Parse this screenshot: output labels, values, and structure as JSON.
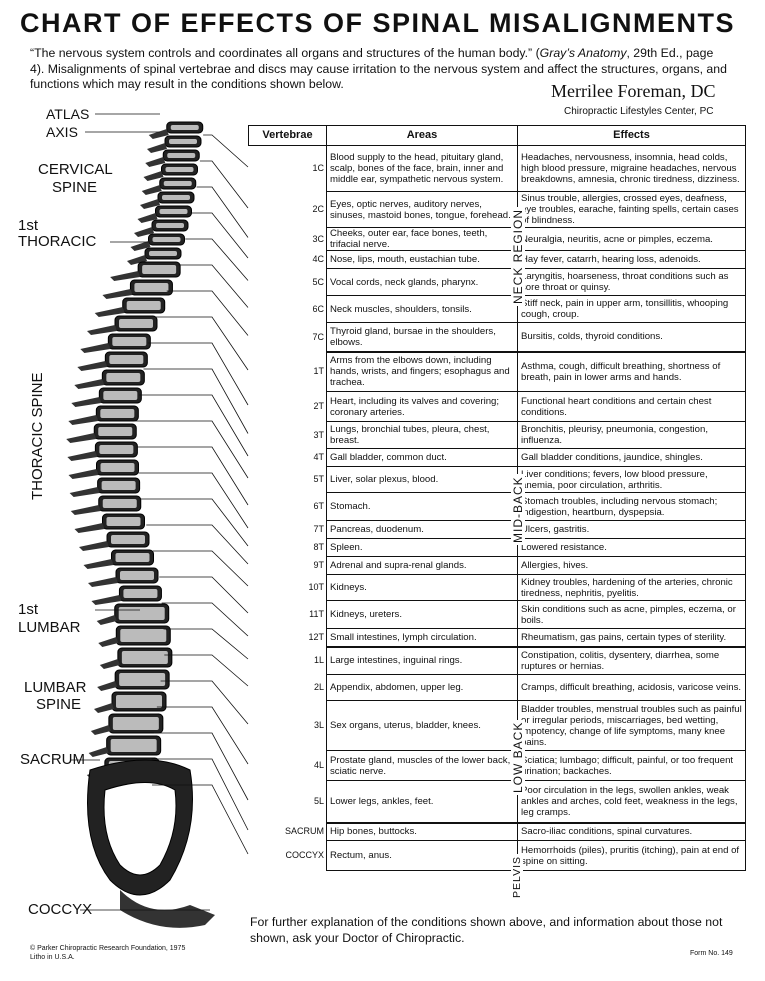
{
  "title": "CHART OF EFFECTS OF SPINAL MISALIGNMENTS",
  "intro_part1": "“The nervous system controls and coordinates all organs and structures of the human body.” (",
  "intro_source": "Gray’s Anatomy",
  "intro_part2": ", 29th Ed., page 4). Misalignments of spinal vertebrae and discs may cause irritation to the nervous system and affect the structures, organs, and functions which may result in the conditions shown below.",
  "author": "Merrilee Foreman, DC",
  "clinic": "Chiropractic Lifestyles Center, PC",
  "spine_labels": {
    "atlas": "ATLAS",
    "axis": "AXIS",
    "cervical": "CERVICAL",
    "cervical2": "SPINE",
    "thoracic1": "1st",
    "thoracic1b": "THORACIC",
    "thoracic_spine": "THORACIC SPINE",
    "lumbar1": "1st",
    "lumbar1b": "LUMBAR",
    "lumbar_spine": "LUMBAR",
    "lumbar_spine2": "SPINE",
    "sacrum": "SACRUM",
    "coccyx": "COCCYX"
  },
  "table_headers": {
    "vertebrae": "Vertebrae",
    "areas": "Areas",
    "effects": "Effects"
  },
  "regions": {
    "neck": "NECK REGION",
    "midback": "MID-BACK",
    "lowback": "LOW BACK",
    "pelvis": "PELVIS"
  },
  "rows": [
    {
      "v": "1C",
      "area": "Blood supply to the head, pituitary gland, scalp, bones of the face, brain, inner and middle ear, sympathetic nervous system.",
      "effect": "Headaches, nervousness, insomnia, head colds, high blood pressure, migraine headaches, nervous breakdowns, amnesia, chronic tiredness, dizziness."
    },
    {
      "v": "2C",
      "area": "Eyes, optic nerves, auditory nerves, sinuses, mastoid bones, tongue, forehead.",
      "effect": "Sinus trouble, allergies, crossed eyes, deafness, eye troubles, earache, fainting spells, certain cases of blindness."
    },
    {
      "v": "3C",
      "area": "Cheeks, outer ear, face bones, teeth, trifacial nerve.",
      "effect": "Neuralgia, neuritis, acne or pimples, eczema."
    },
    {
      "v": "4C",
      "area": "Nose, lips, mouth, eustachian tube.",
      "effect": "Hay fever, catarrh, hearing loss, adenoids."
    },
    {
      "v": "5C",
      "area": "Vocal cords, neck glands, pharynx.",
      "effect": "Laryngitis, hoarseness, throat conditions such as sore throat or quinsy."
    },
    {
      "v": "6C",
      "area": "Neck muscles, shoulders, tonsils.",
      "effect": "Stiff neck, pain in upper arm, tonsillitis, whooping cough, croup."
    },
    {
      "v": "7C",
      "area": "Thyroid gland, bursae in the shoulders, elbows.",
      "effect": "Bursitis, colds, thyroid conditions."
    },
    {
      "v": "1T",
      "area": "Arms from the elbows down, including hands, wrists, and fingers; esophagus and trachea.",
      "effect": "Asthma, cough, difficult breathing, shortness of breath, pain in lower arms and hands."
    },
    {
      "v": "2T",
      "area": "Heart, including its valves and covering; coronary arteries.",
      "effect": "Functional heart conditions and certain chest conditions."
    },
    {
      "v": "3T",
      "area": "Lungs, bronchial tubes, pleura, chest, breast.",
      "effect": "Bronchitis, pleurisy, pneumonia, congestion, influenza."
    },
    {
      "v": "4T",
      "area": "Gall bladder, common duct.",
      "effect": "Gall bladder conditions, jaundice, shingles."
    },
    {
      "v": "5T",
      "area": "Liver, solar plexus, blood.",
      "effect": "Liver conditions; fevers, low blood pressure, anemia, poor circulation, arthritis."
    },
    {
      "v": "6T",
      "area": "Stomach.",
      "effect": "Stomach troubles, including nervous stomach; indigestion, heartburn, dyspepsia."
    },
    {
      "v": "7T",
      "area": "Pancreas, duodenum.",
      "effect": "Ulcers, gastritis."
    },
    {
      "v": "8T",
      "area": "Spleen.",
      "effect": "Lowered resistance."
    },
    {
      "v": "9T",
      "area": "Adrenal and supra-renal glands.",
      "effect": "Allergies, hives."
    },
    {
      "v": "10T",
      "area": "Kidneys.",
      "effect": "Kidney troubles, hardening of the arteries, chronic tiredness, nephritis, pyelitis."
    },
    {
      "v": "11T",
      "area": "Kidneys, ureters.",
      "effect": "Skin conditions such as acne, pimples, eczema, or boils."
    },
    {
      "v": "12T",
      "area": "Small intestines, lymph circulation.",
      "effect": "Rheumatism, gas pains, certain types of sterility."
    },
    {
      "v": "1L",
      "area": "Large intestines, inguinal rings.",
      "effect": "Constipation, colitis, dysentery, diarrhea, some ruptures or hernias."
    },
    {
      "v": "2L",
      "area": "Appendix, abdomen, upper leg.",
      "effect": "Cramps, difficult breathing, acidosis, varicose veins."
    },
    {
      "v": "3L",
      "area": "Sex organs, uterus, bladder, knees.",
      "effect": "Bladder troubles, menstrual troubles such as painful or irregular periods, miscarriages, bed wetting, impotency, change of life symptoms, many knee pains."
    },
    {
      "v": "4L",
      "area": "Prostate gland, muscles of the lower back, sciatic nerve.",
      "effect": "Sciatica; lumbago; difficult, painful, or too frequent urination; backaches."
    },
    {
      "v": "5L",
      "area": "Lower legs, ankles, feet.",
      "effect": "Poor circulation in the legs, swollen ankles, weak ankles and arches, cold feet, weakness in the legs, leg cramps."
    },
    {
      "v": "SACRUM",
      "area": "Hip bones, buttocks.",
      "effect": "Sacro-iliac conditions, spinal curvatures."
    },
    {
      "v": "COCCYX",
      "area": "Rectum, anus.",
      "effect": "Hemorrhoids (piles), pruritis (itching), pain at end of spine on sitting."
    }
  ],
  "footer_note": "For further explanation of the conditions shown above, and information about those not shown, ask your Doctor of Chiropractic.",
  "copyright": "© Parker Chiropractic Research Foundation, 1975",
  "litho": "Litho in U.S.A.",
  "form_no": "Form No. 149"
}
